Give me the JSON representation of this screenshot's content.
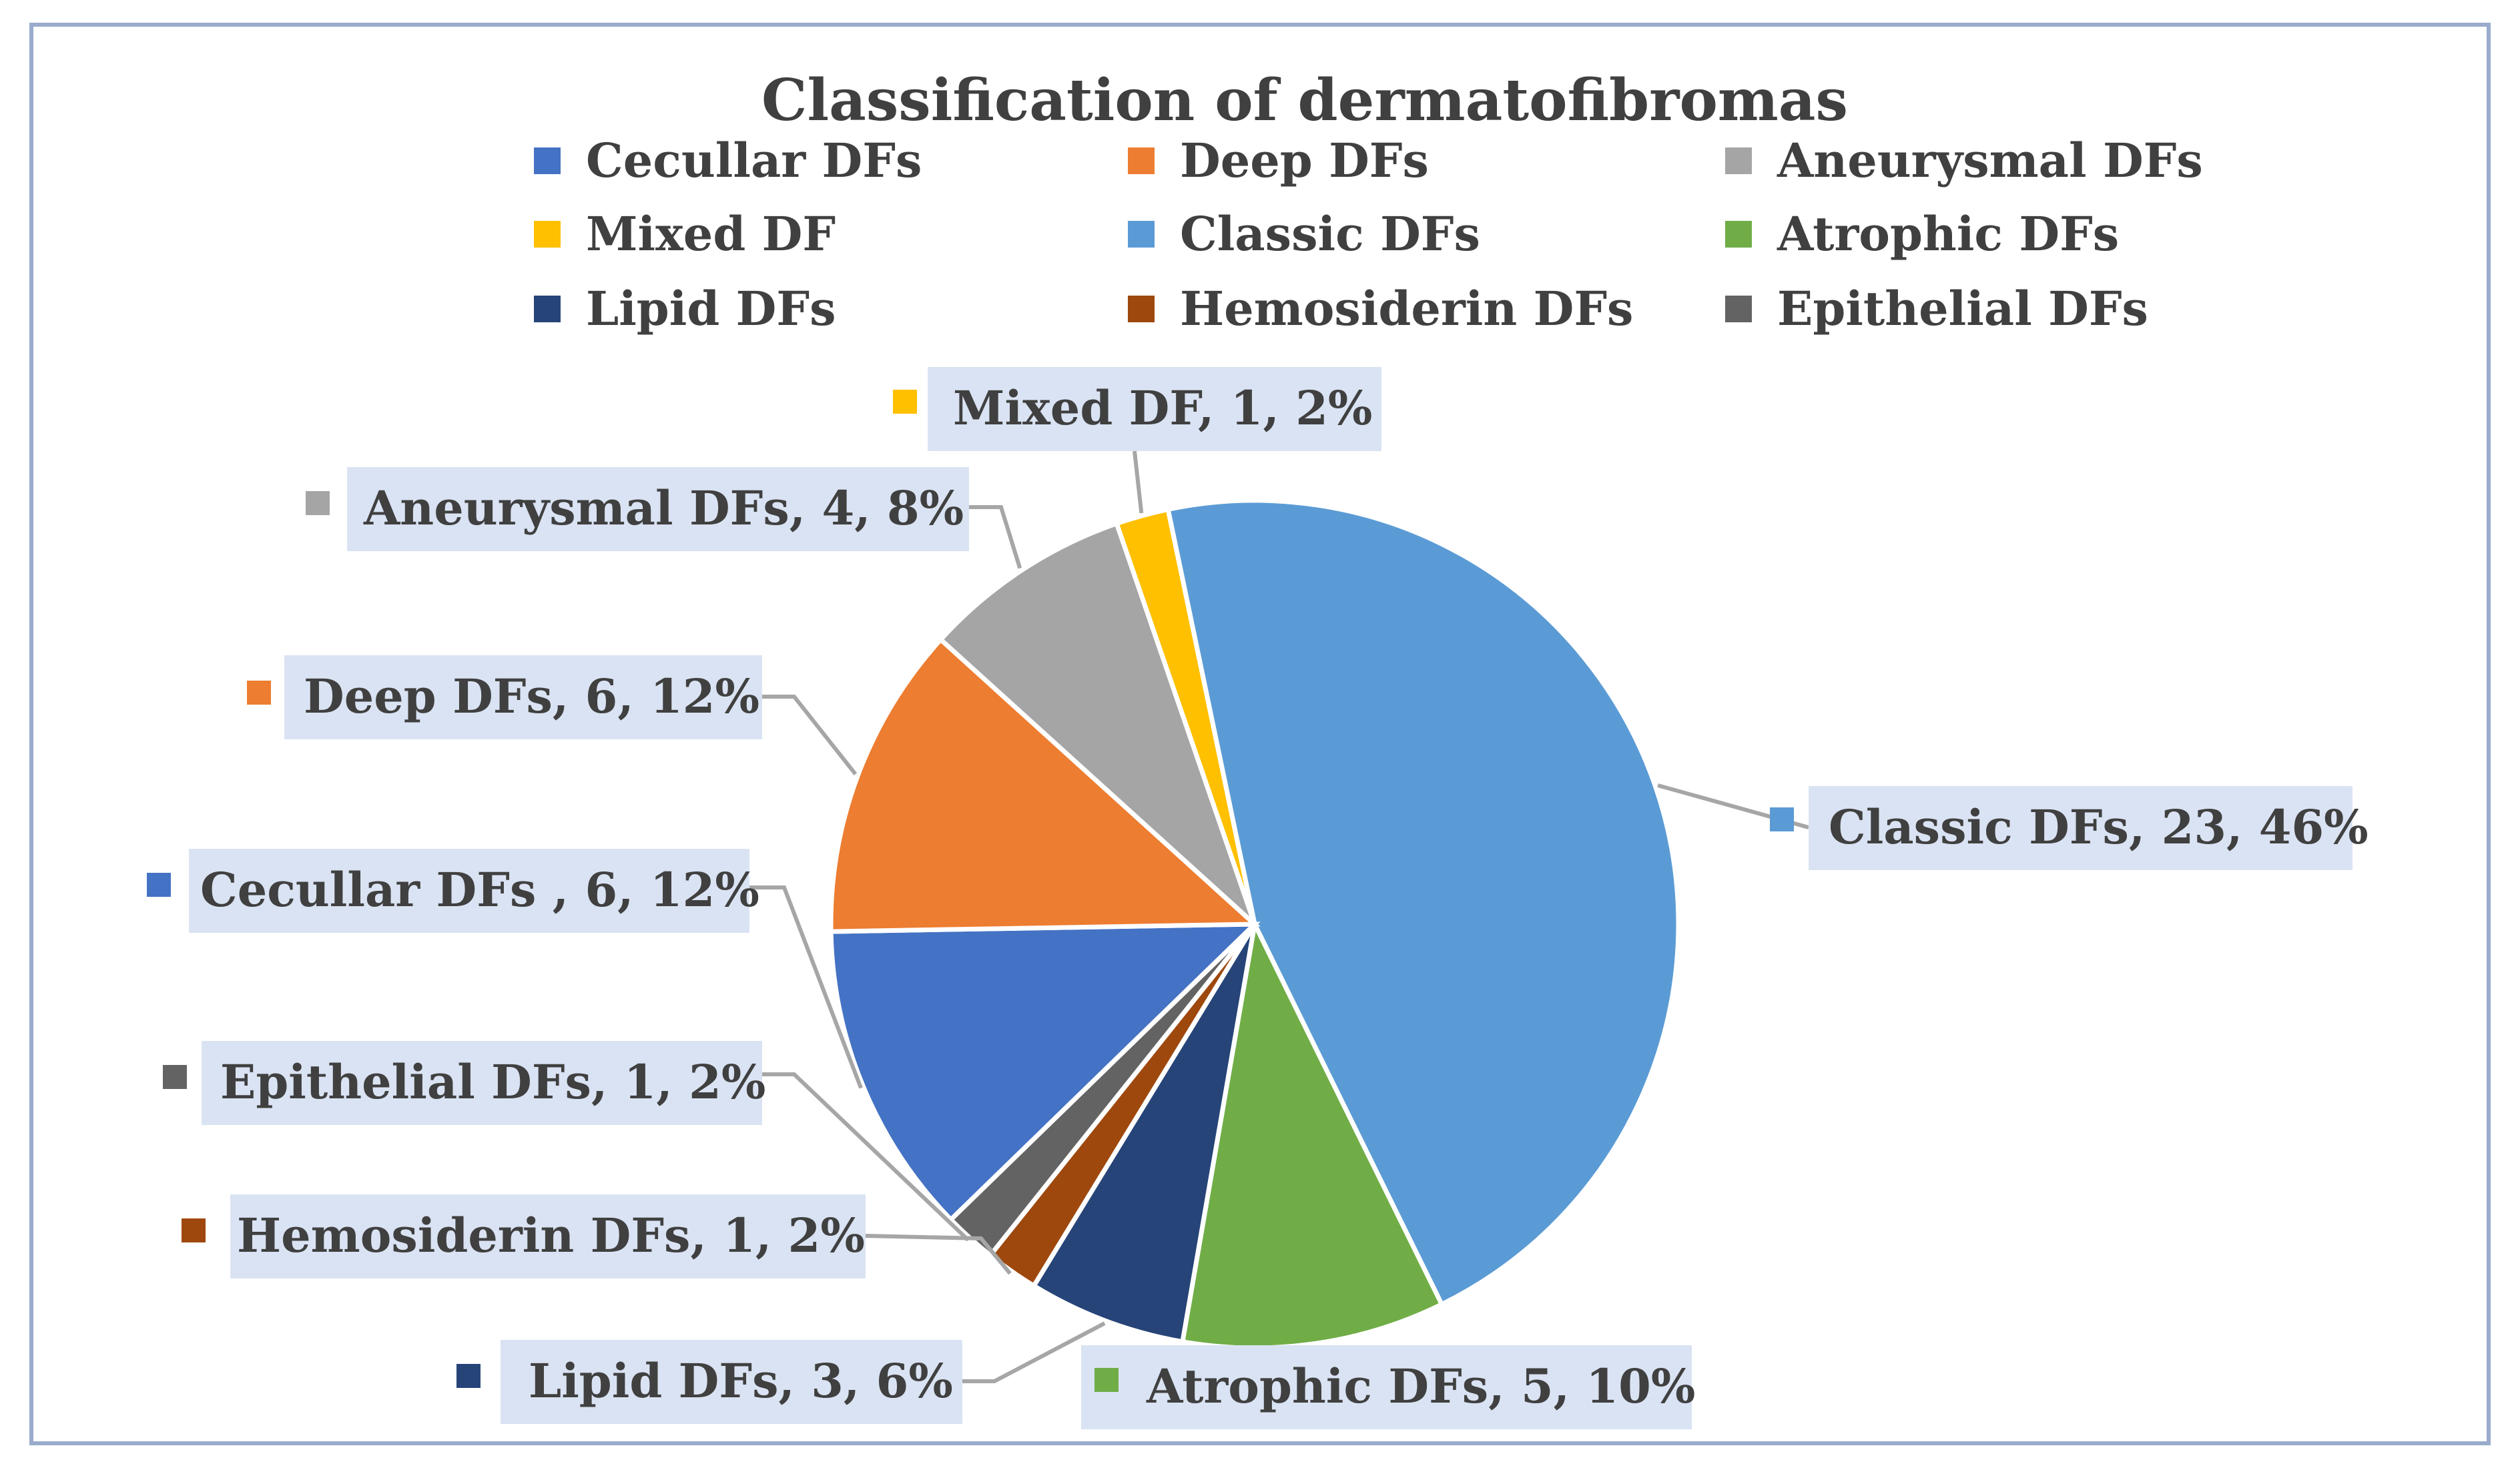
{
  "chart_data": {
    "type": "pie",
    "title": "Classification of dermatofibromas",
    "slices": [
      {
        "legend": "Classic DFs",
        "label": "Classic DFs, 23, 46%",
        "value": 23,
        "percent": 46,
        "color": "#5b9bd5"
      },
      {
        "legend": "Atrophic DFs",
        "label": "Atrophic DFs, 5, 10%",
        "value": 5,
        "percent": 10,
        "color": "#70ad47"
      },
      {
        "legend": " Lipid DFs",
        "label": "Lipid DFs, 3, 6%",
        "value": 3,
        "percent": 6,
        "color": "#264478"
      },
      {
        "legend": "Hemosiderin DFs",
        "label": "Hemosiderin DFs, 1, 2%",
        "value": 1,
        "percent": 2,
        "color": "#9e480e"
      },
      {
        "legend": "Epithelial DFs",
        "label": "Epithelial DFs, 1, 2%",
        "value": 1,
        "percent": 2,
        "color": "#636363"
      },
      {
        "legend": "Cecullar DFs",
        "label": "Cecullar DFs , 6, 12%",
        "value": 6,
        "percent": 12,
        "color": "#4472c4"
      },
      {
        "legend": "Deep DFs",
        "label": "Deep DFs, 6, 12%",
        "value": 6,
        "percent": 12,
        "color": "#ed7d31"
      },
      {
        "legend": "Aneurysmal DFs",
        "label": "Aneurysmal DFs, 4, 8%",
        "value": 4,
        "percent": 8,
        "color": "#a5a5a5"
      },
      {
        "legend": "Mixed DF",
        "label": "Mixed DF, 1, 2%",
        "value": 1,
        "percent": 2,
        "color": "#ffc000"
      }
    ],
    "legend_order": [
      "Cecullar DFs",
      "Deep DFs",
      "Aneurysmal DFs",
      "Mixed DF",
      "Classic DFs",
      "Atrophic DFs",
      " Lipid DFs",
      "Hemosiderin DFs",
      "Epithelial DFs"
    ],
    "legend_placement": "top"
  }
}
